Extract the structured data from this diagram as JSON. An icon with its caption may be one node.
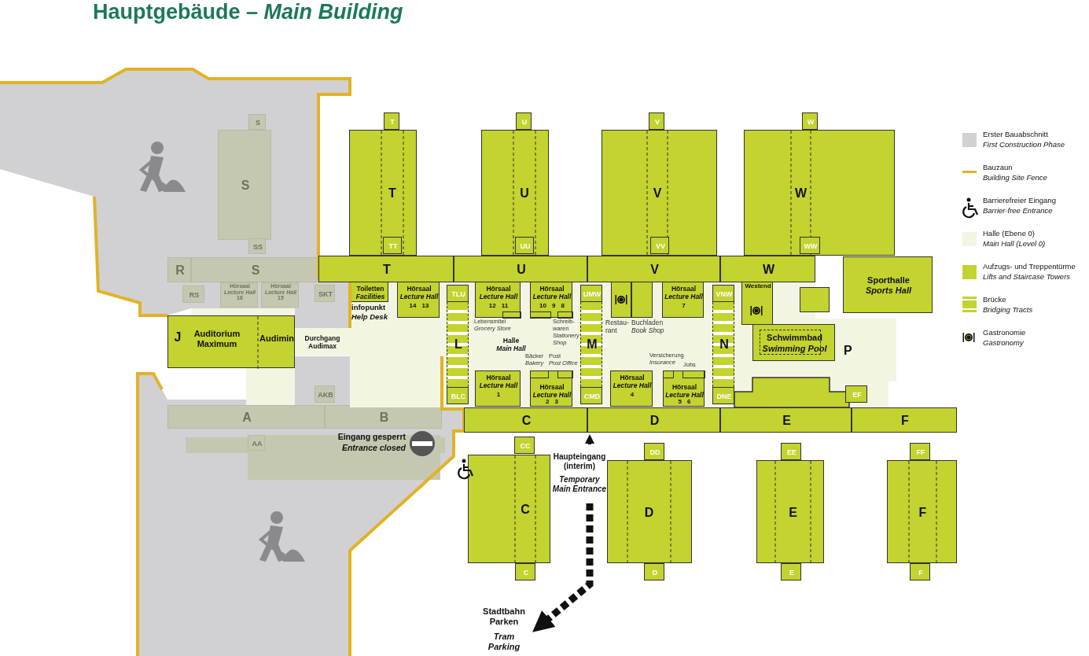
{
  "diagram": {
    "title": "Hauptgebäude – *Main Building*",
    "nodes": [
      {
        "text": [
          "T"
        ]
      },
      {
        "text": [
          "T"
        ]
      },
      {
        "text": [
          "TT"
        ],
        "in": 1
      },
      {
        "text": [
          "U"
        ]
      },
      {
        "text": [
          "U"
        ]
      },
      {
        "text": [
          "UU"
        ],
        "in": 4
      },
      {
        "text": [
          "V"
        ]
      },
      {
        "text": [
          "V"
        ]
      },
      {
        "text": [
          "VV"
        ],
        "in": 7
      },
      {
        "text": [
          "W"
        ]
      },
      {
        "text": [
          "W"
        ]
      },
      {
        "text": [
          "WW"
        ],
        "in": 10
      },
      {
        "text": [
          "T"
        ]
      },
      {
        "text": [
          "U"
        ]
      },
      {
        "text": [
          "V"
        ]
      },
      {
        "text": [
          "W"
        ]
      },
      {
        "text": [
          "Sporthalle",
          "Sports Hall"
        ]
      },
      {
        "text": [
          "Halle",
          "Main Hall"
        ]
      },
      {
        "text": [
          "Toiletten",
          "Facilities"
        ],
        "in": 17
      },
      {
        "text": [
          "Hörsaal",
          "Lecture Hall",
          "14",
          "13"
        ],
        "in": 17
      },
      {
        "text": [
          "TLU"
        ],
        "in": 17
      },
      {
        "text": [
          "L"
        ],
        "in": 17
      },
      {
        "text": [
          "Hörsaal",
          "Lecture Hall",
          "12",
          "11"
        ],
        "in": 17
      },
      {
        "text": [
          "Hörsaal",
          "Lecture Hall",
          "10",
          "9",
          "8"
        ],
        "in": 17
      },
      {
        "text": [
          "UMW"
        ],
        "in": 17
      },
      {
        "text": [
          "M"
        ],
        "in": 17
      },
      {
        "text": [],
        "shape": "box",
        "in": 17,
        "beside": [
          "Restau- rant"
        ]
      },
      {
        "text": [],
        "shape": "box",
        "in": 17,
        "beside": [
          "Buchladen",
          "Book Shop"
        ]
      },
      {
        "text": [
          "Hörsaal",
          "Lecture Hall",
          "7"
        ],
        "in": 17
      },
      {
        "text": [
          "VNW"
        ],
        "in": 17
      },
      {
        "text": [
          "N"
        ],
        "in": 17
      },
      {
        "text": [
          "Westend"
        ],
        "in": 17
      },
      {
        "text": [],
        "shape": "box",
        "in": 17
      },
      {
        "text": [
          "Schwimmbad",
          "Swimming Pool"
        ],
        "in": 17
      },
      {
        "text": [
          "Hörsaal",
          "Lecture Hall",
          "1"
        ],
        "in": 17
      },
      {
        "text": [
          "Hörsaal",
          "Lecture Hall",
          "2",
          "3"
        ],
        "in": 17
      },
      {
        "text": [
          "CMD"
        ],
        "in": 17
      },
      {
        "text": [
          "Hörsaal",
          "Lecture Hall",
          "4"
        ],
        "in": 17
      },
      {
        "text": [
          "Hörsaal",
          "Lecture Hall",
          "5",
          "6"
        ],
        "in": 17
      },
      {
        "text": [
          "DNE"
        ],
        "in": 17
      },
      {
        "text": [],
        "shape": "box",
        "in": 17
      },
      {
        "text": [
          "EF"
        ],
        "in": 17
      },
      {
        "text": [
          "BLC"
        ],
        "in": 17
      },
      {
        "text": [
          "C"
        ]
      },
      {
        "text": [
          "D"
        ]
      },
      {
        "text": [
          "E"
        ]
      },
      {
        "text": [
          "F"
        ]
      },
      {
        "text": [
          "CC"
        ]
      },
      {
        "text": [
          "C"
        ]
      },
      {
        "text": [
          "C"
        ]
      },
      {
        "text": [
          "DD"
        ]
      },
      {
        "text": [
          "D"
        ]
      },
      {
        "text": [
          "D"
        ]
      },
      {
        "text": [
          "EE"
        ]
      },
      {
        "text": [
          "E"
        ]
      },
      {
        "text": [
          "E"
        ]
      },
      {
        "text": [
          "FF"
        ]
      },
      {
        "text": [
          "F"
        ]
      },
      {
        "text": [
          "F"
        ]
      },
      {
        "text": [
          "J",
          "Auditorium Maximum",
          "Audimin"
        ]
      },
      {
        "text": [
          "Durchgang Audimax"
        ]
      },
      {
        "text": [
          "Haupteingang (interim)",
          "Temporary Main Entrance"
        ]
      },
      {
        "text": [
          "Stadtbahn Parken",
          "Tram Parking"
        ]
      },
      {
        "text": [
          "S"
        ]
      },
      {
        "text": [
          "S"
        ]
      },
      {
        "text": [
          "SS"
        ]
      },
      {
        "text": [
          "R"
        ]
      },
      {
        "text": [
          "S"
        ]
      },
      {
        "text": [
          "RS"
        ]
      },
      {
        "text": [
          "Hörsaal",
          "Lecture Hall",
          "16"
        ]
      },
      {
        "text": [
          "Hörsaal",
          "Lecture Hall",
          "15"
        ]
      },
      {
        "text": [
          "SKT"
        ]
      },
      {
        "text": [
          "AKB"
        ]
      },
      {
        "text": [
          "A"
        ]
      },
      {
        "text": [
          "B"
        ]
      },
      {
        "text": [
          "AA"
        ]
      }
    ],
    "edges": [
      {
        "from": 61,
        "to": 62,
        "arrow": "to",
        "style": "dashed"
      },
      {
        "from": 61,
        "to": 44,
        "arrow": "to"
      }
    ],
    "labels": [
      "infopunkt *Help Desk*",
      "Lebensmitel *Grocery Store*",
      "Schreib- waren *Stationery Shop*",
      "Bäcker *Bakery*",
      "Post *Post Office*",
      "Versicherung *Insurance*",
      "Jobs",
      "P",
      "Eingang gesperrt *Entrance closed*"
    ],
    "legend": [
      {
        "text": "Erster Bauabschnitt *First Construction Phase*",
        "color": "#d1d1d3"
      },
      {
        "text": "Bauzaun *Building Site Fence*"
      },
      {
        "text": "Barrierefreier Eingang *Barrier-free Entrance*"
      },
      {
        "text": "Halle (Ebene 0) *Main Hall (Level 0)*",
        "color": "#f2f5e1"
      },
      {
        "text": "Aufzugs- und Treppentürme *Lifts and Staircase Towers*",
        "color": "#c3d32f"
      },
      {
        "text": "Brücke *Bridging Tracts*"
      },
      {
        "text": "Gastronomie *Gastronomy*"
      }
    ]
  }
}
